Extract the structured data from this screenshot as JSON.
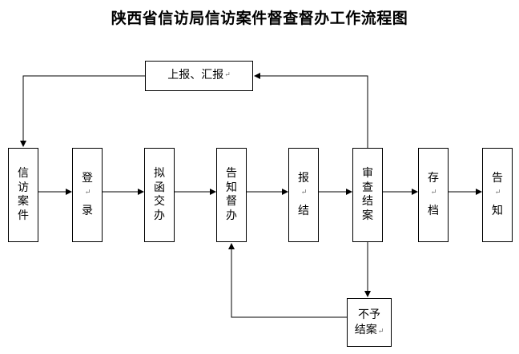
{
  "title": "陕西省信访局信访案件督查督办工作流程图",
  "report_box": {
    "label": "上报、汇报"
  },
  "steps": [
    {
      "label": "信访案件",
      "chars": [
        "信",
        "访",
        "案",
        "件"
      ],
      "spaced": false
    },
    {
      "label": "登录",
      "chars": [
        "登",
        "录"
      ],
      "spaced": true
    },
    {
      "label": "拟函交办",
      "chars": [
        "拟",
        "函",
        "交",
        "办"
      ],
      "spaced": false
    },
    {
      "label": "告知督办",
      "chars": [
        "告",
        "知",
        "督",
        "办"
      ],
      "spaced": false
    },
    {
      "label": "报结",
      "chars": [
        "报",
        "结"
      ],
      "spaced": true
    },
    {
      "label": "审查结案",
      "chars": [
        "审",
        "查",
        "结",
        "案"
      ],
      "spaced": false
    },
    {
      "label": "存档",
      "chars": [
        "存",
        "档"
      ],
      "spaced": true
    },
    {
      "label": "告知",
      "chars": [
        "告",
        "知"
      ],
      "spaced": true
    }
  ],
  "no_close_box": {
    "lines": [
      "不予",
      "结案"
    ]
  }
}
